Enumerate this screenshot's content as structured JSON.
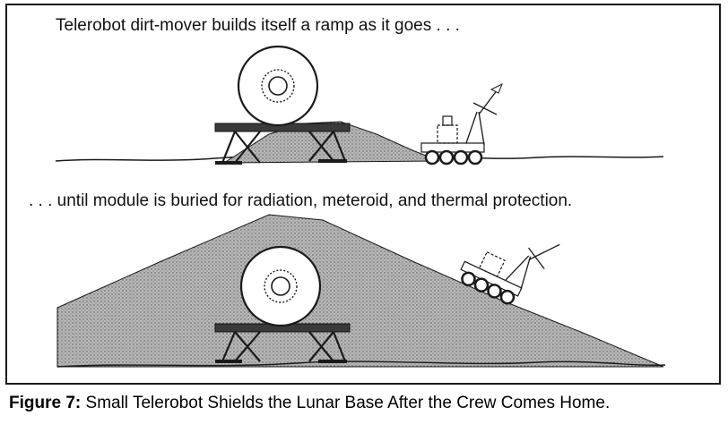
{
  "top_caption": "Telerobot dirt-mover builds itself a ramp as it goes . . .",
  "middle_caption": ". . . until module is buried for radiation, meteroid, and thermal protection.",
  "figure": {
    "label": "Figure 7:",
    "title": "Small Telerobot Shields the Lunar Base After the Crew Comes Home."
  },
  "colors": {
    "ink": "#1a1a1a",
    "regolith_fill": "#9a9a9a",
    "paper": "#ffffff"
  }
}
